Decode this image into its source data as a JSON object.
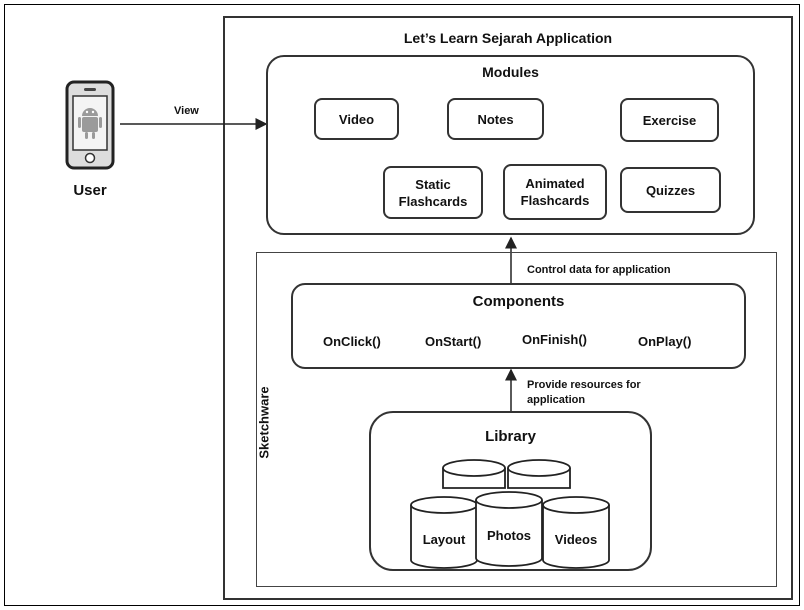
{
  "app_title": "Let’s Learn Sejarah Application",
  "user": {
    "label": "User",
    "icon": "android-phone-icon"
  },
  "view_label": "View",
  "modules": {
    "title": "Modules",
    "video": "Video",
    "notes": "Notes",
    "exercise": "Exercise",
    "static_flashcards": "Static\nFlashcards",
    "animated_flashcards": "Animated\nFlashcards",
    "quizzes": "Quizzes"
  },
  "control_data_label": "Control data for application",
  "sketchware_label": "Sketchware",
  "components": {
    "title": "Components",
    "functions": [
      "OnClick()",
      "OnStart()",
      "OnFinish()",
      "OnPlay()"
    ]
  },
  "provide_resources_label": "Provide resources for application",
  "library": {
    "title": "Library",
    "items": [
      "Layout",
      "Photos",
      "Videos"
    ]
  }
}
